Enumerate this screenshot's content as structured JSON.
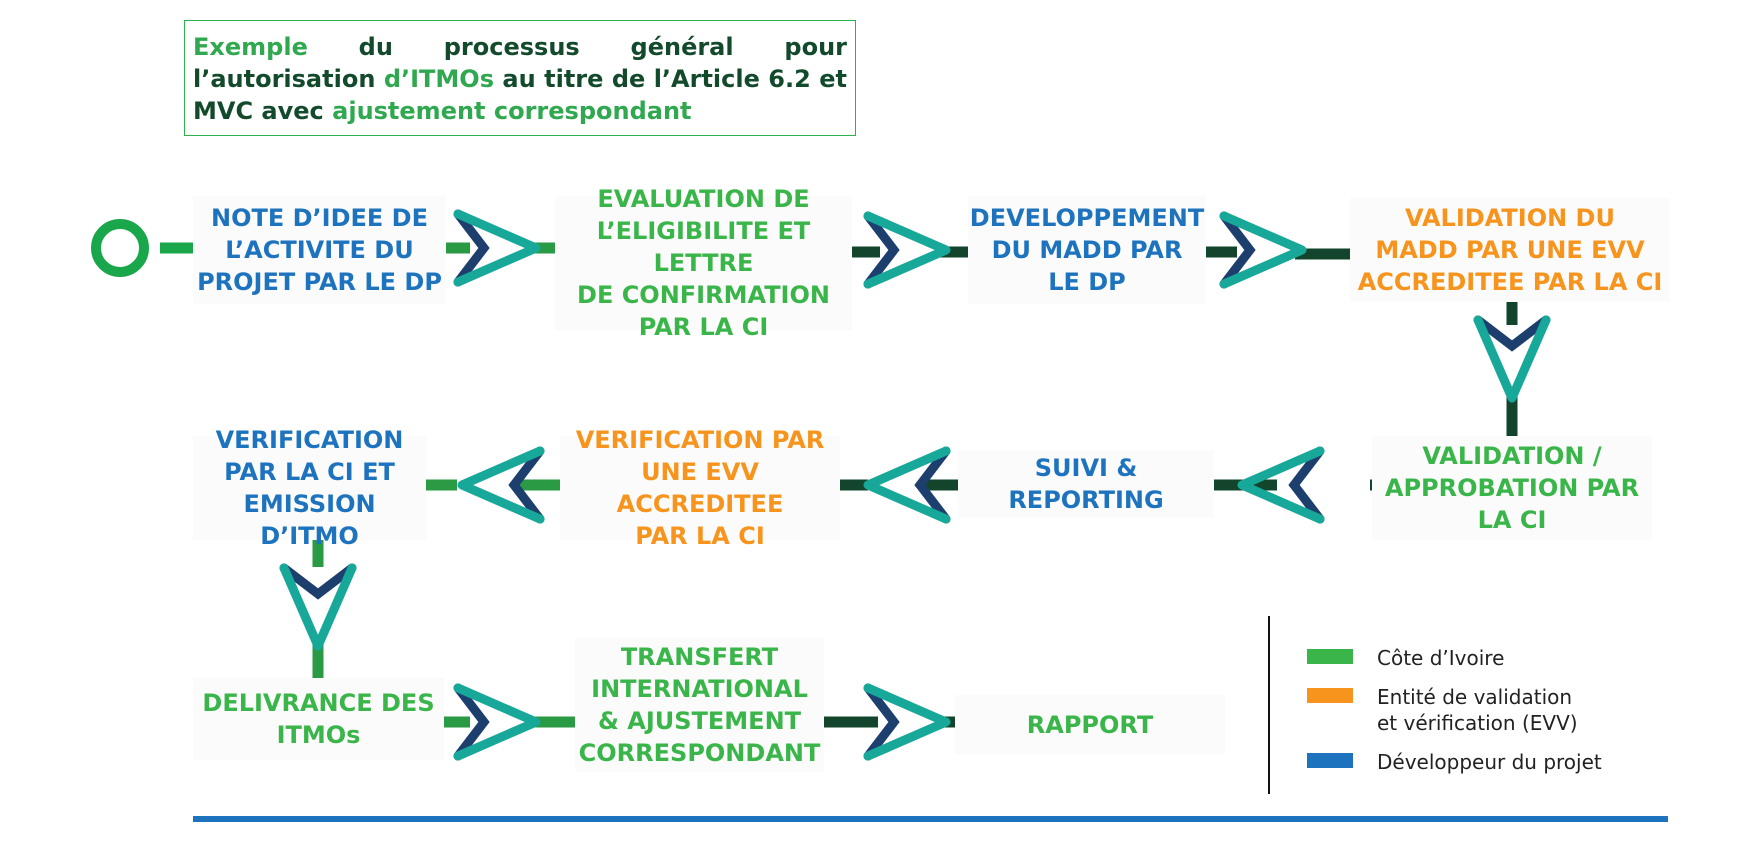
{
  "title": {
    "line1_green": "Exemple",
    "line1_dark": "du processus général pour l’autorisation",
    "line2_green": "d’ITMOs",
    "line2_dark": "au titre de l’Article 6.2 et MVC avec",
    "line3_green": "ajustement correspondant"
  },
  "steps": [
    {
      "id": "s1",
      "lines": [
        "NOTE D’IDEE DE",
        "L’ACTIVITE DU",
        "PROJET PAR LE DP"
      ],
      "entity": "blue"
    },
    {
      "id": "s2",
      "lines": [
        "EVALUATION DE",
        "L’ELIGIBILITE ET LETTRE",
        "DE CONFIRMATION",
        "PAR LA CI"
      ],
      "entity": "green"
    },
    {
      "id": "s3",
      "lines": [
        "DEVELOPPEMENT",
        "DU MADD PAR",
        "LE DP"
      ],
      "entity": "blue"
    },
    {
      "id": "s4",
      "lines": [
        "VALIDATION DU",
        "MADD PAR UNE EVV",
        "ACCREDITEE PAR LA CI"
      ],
      "entity": "orange"
    },
    {
      "id": "s5",
      "lines": [
        "VALIDATION /",
        "APPROBATION PAR",
        "LA CI"
      ],
      "entity": "green"
    },
    {
      "id": "s6",
      "lines": [
        "SUIVI & REPORTING"
      ],
      "entity": "blue"
    },
    {
      "id": "s7",
      "lines": [
        "VERIFICATION PAR",
        "UNE EVV ACCREDITEE",
        "PAR LA CI"
      ],
      "entity": "orange"
    },
    {
      "id": "s8",
      "lines": [
        "VERIFICATION",
        "PAR LA CI ET",
        "EMISSION D’ITMO"
      ],
      "entity": "blue"
    },
    {
      "id": "s9",
      "lines": [
        "DELIVRANCE DES",
        "ITMOs"
      ],
      "entity": "green"
    },
    {
      "id": "s10",
      "lines": [
        "TRANSFERT",
        "INTERNATIONAL",
        "& AJUSTEMENT",
        "CORRESPONDANT"
      ],
      "entity": "green"
    },
    {
      "id": "s11",
      "lines": [
        "RAPPORT"
      ],
      "entity": "green"
    }
  ],
  "legend": [
    {
      "label": "Côte d’Ivoire",
      "color": "#3ab54a"
    },
    {
      "label": "Entité de validation\net vérification (EVV)",
      "color": "#f7941d"
    },
    {
      "label": "Développeur du projet",
      "color": "#1e73be"
    }
  ],
  "colors": {
    "green": "#3ab54a",
    "orange": "#f7941d",
    "blue": "#1e73be",
    "arrow_teal": "#17a89a",
    "arrow_navy": "#1c3f6e",
    "connector_dark": "#12452b",
    "connector_green": "#2a9a45",
    "start_circle": "#1aa64a"
  }
}
